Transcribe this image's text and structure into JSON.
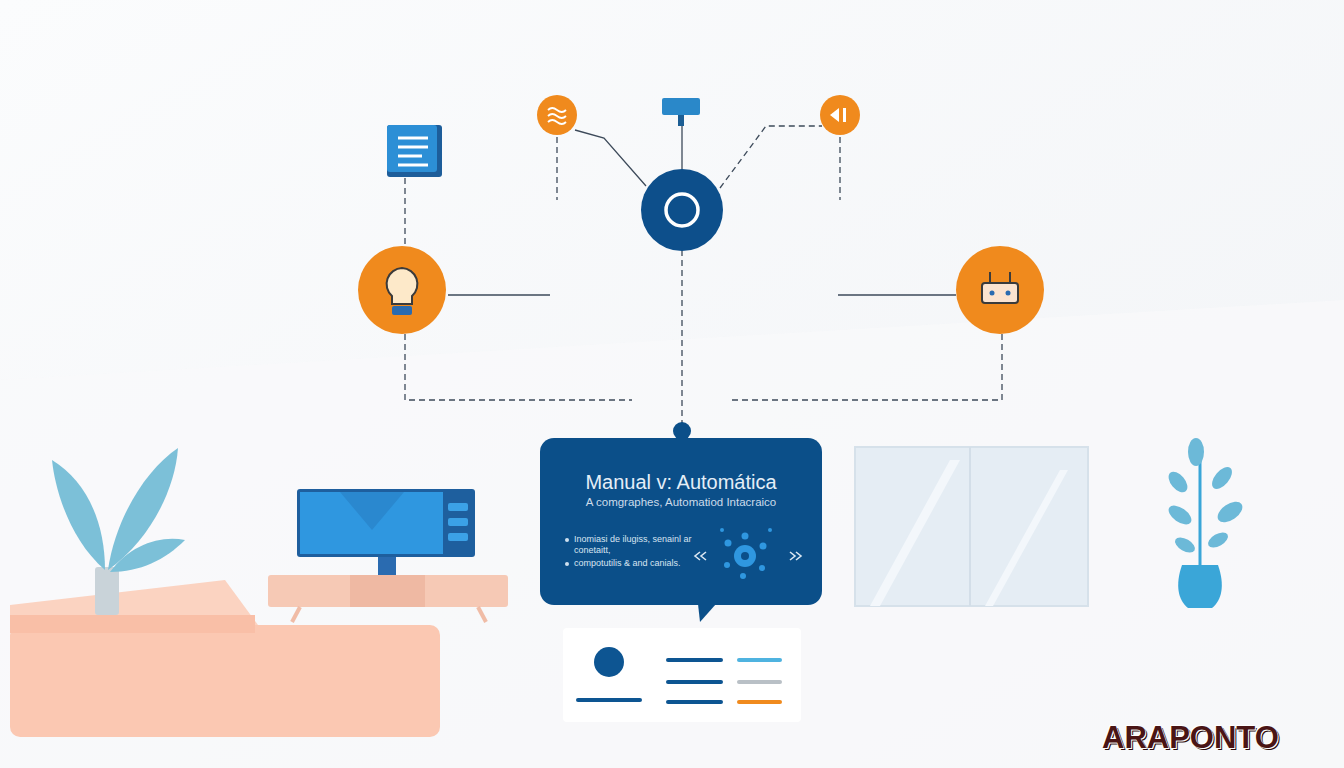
{
  "diagram": {
    "nodes": [
      {
        "text": [
          "Manual v: Automática",
          "A comgraphes, Automatiod Intacraico",
          "Inomiasi de ilugiss, senainl ar conetaitt,",
          "compotutilis & and canials."
        ]
      }
    ],
    "labels": [
      "ARAPONTO"
    ]
  }
}
